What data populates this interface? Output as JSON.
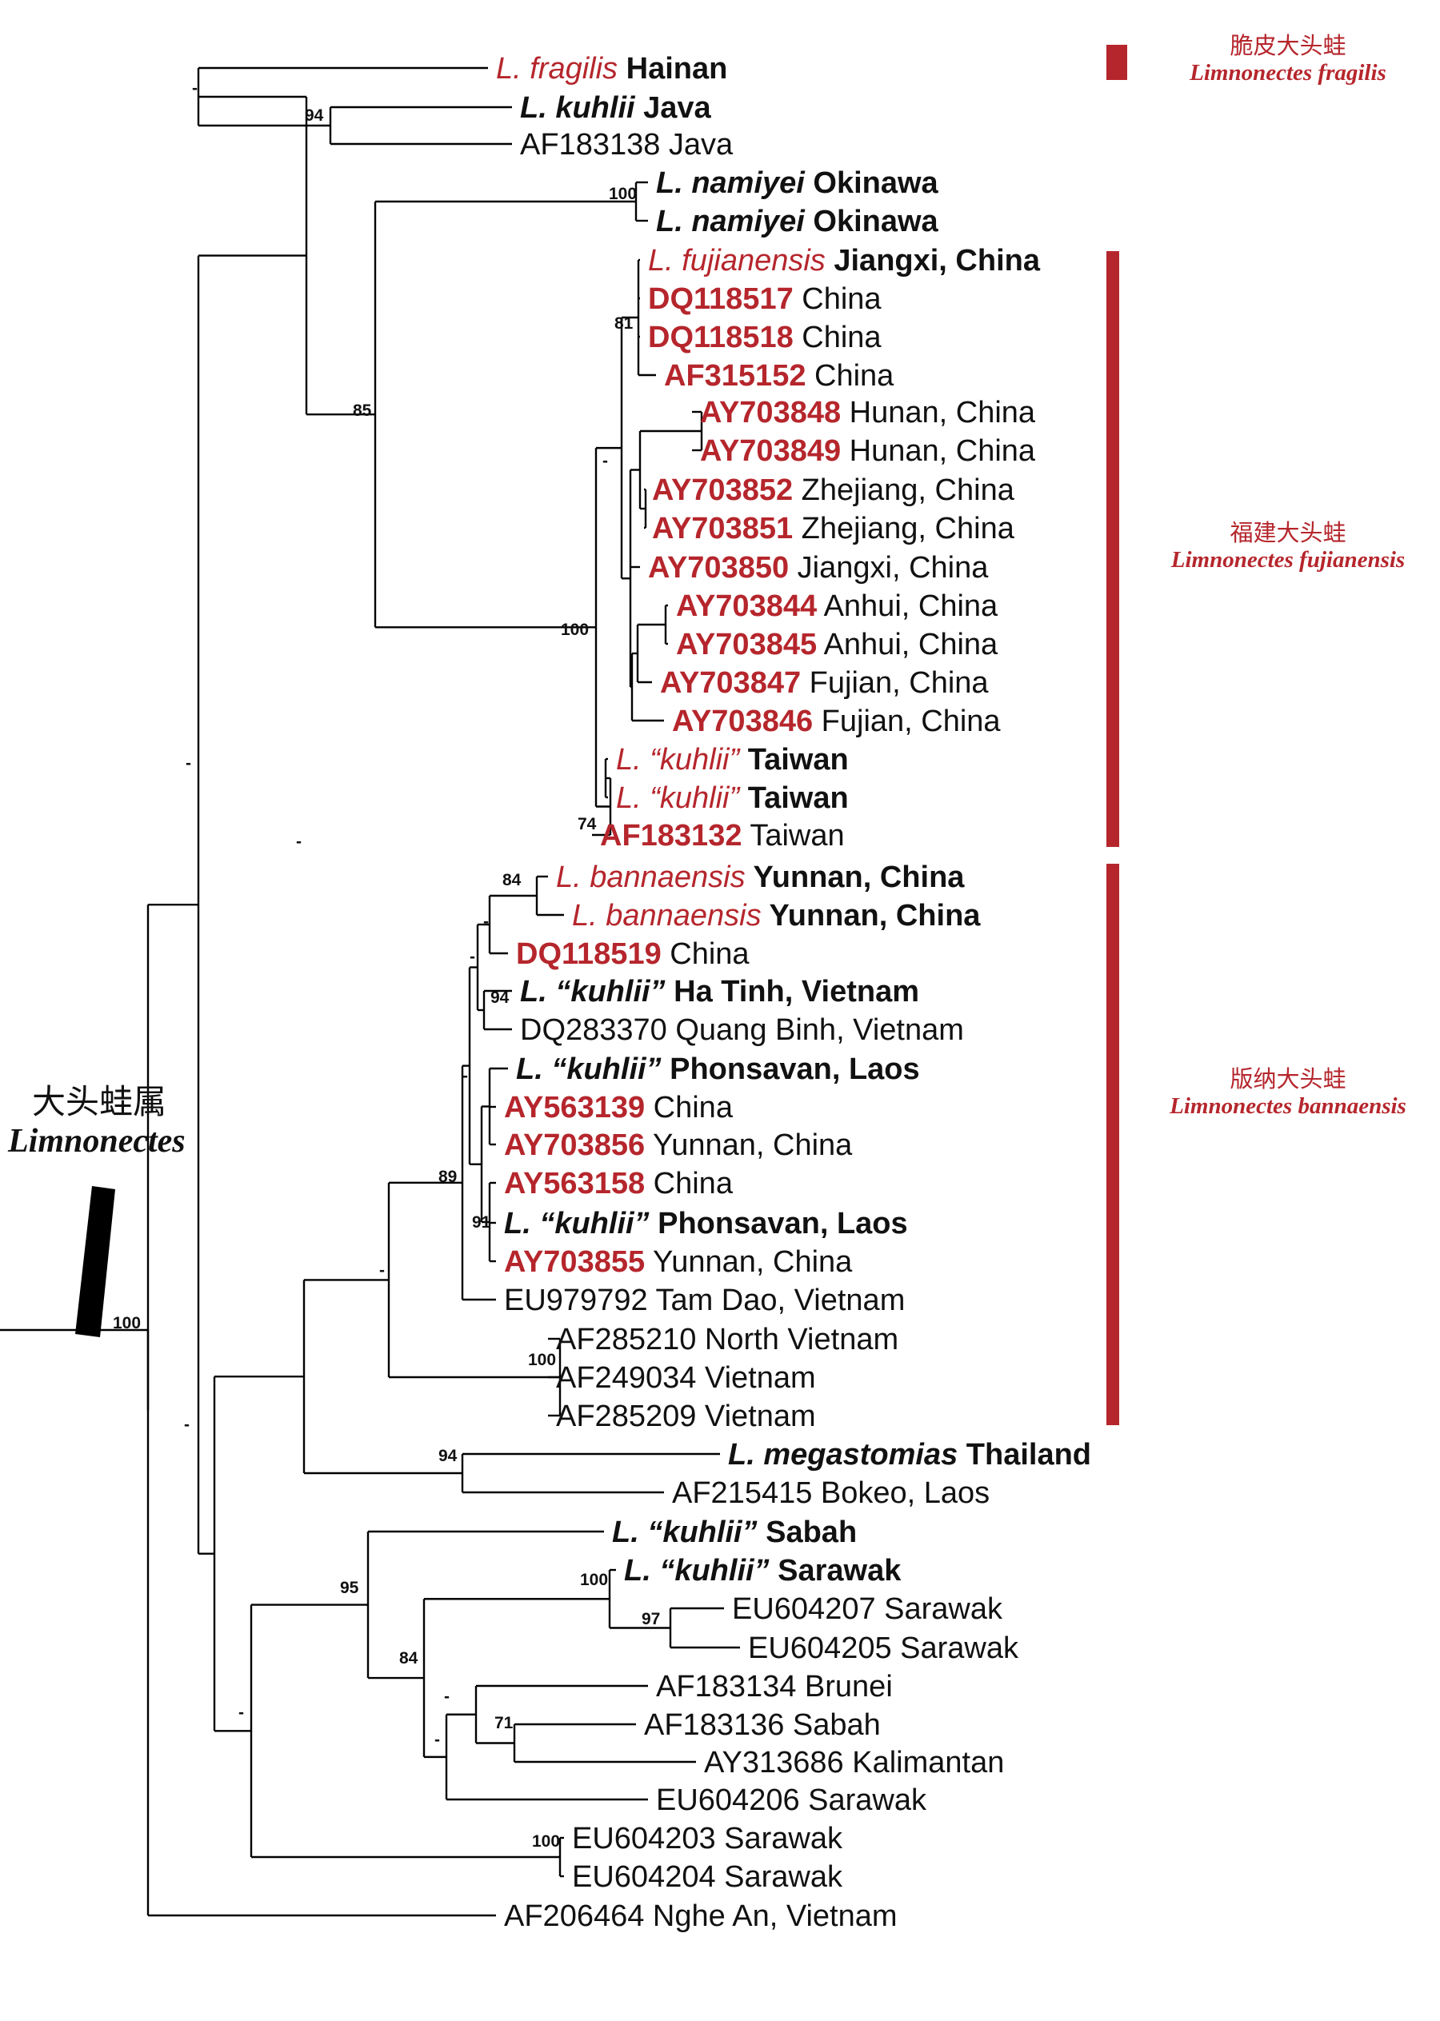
{
  "genus": {
    "chinese": "大头蛙属",
    "latin": "Limnonectes",
    "support": "100"
  },
  "clades": [
    {
      "chinese": "脆皮大头蛙",
      "latin": "Limnonectes fragilis"
    },
    {
      "chinese": "福建大头蛙",
      "latin": "Limnonectes fujianensis"
    },
    {
      "chinese": "版纳大头蛙",
      "latin": "Limnonectes bannaensis"
    }
  ],
  "colors": {
    "highlight": "#b5262c",
    "default": "#111111"
  },
  "taxa": [
    {
      "parts": [
        {
          "t": "L. fragilis",
          "s": "ri"
        },
        {
          "t": " Hainan",
          "s": "kb"
        }
      ]
    },
    {
      "parts": [
        {
          "t": "L. kuhlii",
          "s": "kbi"
        },
        {
          "t": " Java",
          "s": "kb"
        }
      ]
    },
    {
      "parts": [
        {
          "t": "AF183138 Java",
          "s": "k"
        }
      ]
    },
    {
      "parts": [
        {
          "t": "L. namiyei",
          "s": "kbi"
        },
        {
          "t": " Okinawa",
          "s": "kb"
        }
      ]
    },
    {
      "parts": [
        {
          "t": "L. namiyei",
          "s": "kbi"
        },
        {
          "t": " Okinawa",
          "s": "kb"
        }
      ]
    },
    {
      "parts": [
        {
          "t": "L. fujianensis",
          "s": "ri"
        },
        {
          "t": " Jiangxi, China",
          "s": "kb"
        }
      ]
    },
    {
      "parts": [
        {
          "t": "DQ118517",
          "s": "rb"
        },
        {
          "t": " China",
          "s": "k"
        }
      ]
    },
    {
      "parts": [
        {
          "t": "DQ118518",
          "s": "rb"
        },
        {
          "t": " China",
          "s": "k"
        }
      ]
    },
    {
      "parts": [
        {
          "t": "AF315152",
          "s": "rb"
        },
        {
          "t": " China",
          "s": "k"
        }
      ]
    },
    {
      "parts": [
        {
          "t": "AY703848",
          "s": "rb"
        },
        {
          "t": " Hunan, China",
          "s": "k"
        }
      ]
    },
    {
      "parts": [
        {
          "t": "AY703849",
          "s": "rb"
        },
        {
          "t": " Hunan, China",
          "s": "k"
        }
      ]
    },
    {
      "parts": [
        {
          "t": "AY703852",
          "s": "rb"
        },
        {
          "t": " Zhejiang, China",
          "s": "k"
        }
      ]
    },
    {
      "parts": [
        {
          "t": "AY703851",
          "s": "rb"
        },
        {
          "t": " Zhejiang, China",
          "s": "k"
        }
      ]
    },
    {
      "parts": [
        {
          "t": "AY703850",
          "s": "rb"
        },
        {
          "t": " Jiangxi, China",
          "s": "k"
        }
      ]
    },
    {
      "parts": [
        {
          "t": "AY703844",
          "s": "rb"
        },
        {
          "t": " Anhui, China",
          "s": "k"
        }
      ]
    },
    {
      "parts": [
        {
          "t": "AY703845",
          "s": "rb"
        },
        {
          "t": " Anhui, China",
          "s": "k"
        }
      ]
    },
    {
      "parts": [
        {
          "t": "AY703847",
          "s": "rb"
        },
        {
          "t": " Fujian, China",
          "s": "k"
        }
      ]
    },
    {
      "parts": [
        {
          "t": "AY703846",
          "s": "rb"
        },
        {
          "t": " Fujian, China",
          "s": "k"
        }
      ]
    },
    {
      "parts": [
        {
          "t": "L. “kuhlii”",
          "s": "ri"
        },
        {
          "t": " Taiwan",
          "s": "kb"
        }
      ]
    },
    {
      "parts": [
        {
          "t": "L. “kuhlii”",
          "s": "ri"
        },
        {
          "t": " Taiwan",
          "s": "kb"
        }
      ]
    },
    {
      "parts": [
        {
          "t": "AF183132",
          "s": "rb"
        },
        {
          "t": " Taiwan",
          "s": "k"
        }
      ]
    },
    {
      "parts": [
        {
          "t": "L. bannaensis",
          "s": "ri"
        },
        {
          "t": " Yunnan, China",
          "s": "kb"
        }
      ]
    },
    {
      "parts": [
        {
          "t": "L. bannaensis",
          "s": "ri"
        },
        {
          "t": " Yunnan, China",
          "s": "kb"
        }
      ]
    },
    {
      "parts": [
        {
          "t": "DQ118519",
          "s": "rb"
        },
        {
          "t": " China",
          "s": "k"
        }
      ]
    },
    {
      "parts": [
        {
          "t": "L. “kuhlii”",
          "s": "kbi"
        },
        {
          "t": "  Ha Tinh, Vietnam",
          "s": "kb"
        }
      ]
    },
    {
      "parts": [
        {
          "t": "DQ283370 Quang Binh, Vietnam",
          "s": "k"
        }
      ]
    },
    {
      "parts": [
        {
          "t": "L. “kuhlii”",
          "s": "kbi"
        },
        {
          "t": "  Phonsavan, Laos",
          "s": "kb"
        }
      ]
    },
    {
      "parts": [
        {
          "t": "AY563139",
          "s": "rb"
        },
        {
          "t": " China",
          "s": "k"
        }
      ]
    },
    {
      "parts": [
        {
          "t": "AY703856",
          "s": "rb"
        },
        {
          "t": " Yunnan, China",
          "s": "k"
        }
      ]
    },
    {
      "parts": [
        {
          "t": "AY563158",
          "s": "rb"
        },
        {
          "t": " China",
          "s": "k"
        }
      ]
    },
    {
      "parts": [
        {
          "t": "L. “kuhlii”",
          "s": "kbi"
        },
        {
          "t": "  Phonsavan, Laos",
          "s": "kb"
        }
      ]
    },
    {
      "parts": [
        {
          "t": "AY703855",
          "s": "rb"
        },
        {
          "t": " Yunnan, China",
          "s": "k"
        }
      ]
    },
    {
      "parts": [
        {
          "t": "EU979792 Tam Dao, Vietnam",
          "s": "k"
        }
      ]
    },
    {
      "parts": [
        {
          "t": "AF285210 North Vietnam",
          "s": "k"
        }
      ]
    },
    {
      "parts": [
        {
          "t": "AF249034 Vietnam",
          "s": "k"
        }
      ]
    },
    {
      "parts": [
        {
          "t": "AF285209 Vietnam",
          "s": "k"
        }
      ]
    },
    {
      "parts": [
        {
          "t": "L. megastomias",
          "s": "kbi"
        },
        {
          "t": " Thailand",
          "s": "kb"
        }
      ]
    },
    {
      "parts": [
        {
          "t": "AF215415 Bokeo, Laos",
          "s": "k"
        }
      ]
    },
    {
      "parts": [
        {
          "t": "L. “kuhlii”",
          "s": "kbi"
        },
        {
          "t": " Sabah",
          "s": "kb"
        }
      ]
    },
    {
      "parts": [
        {
          "t": "L. “kuhlii”",
          "s": "kbi"
        },
        {
          "t": " Sarawak",
          "s": "kb"
        }
      ]
    },
    {
      "parts": [
        {
          "t": "EU604207 Sarawak",
          "s": "k"
        }
      ]
    },
    {
      "parts": [
        {
          "t": "EU604205 Sarawak",
          "s": "k"
        }
      ]
    },
    {
      "parts": [
        {
          "t": "AF183134 Brunei",
          "s": "k"
        }
      ]
    },
    {
      "parts": [
        {
          "t": "AF183136 Sabah",
          "s": "k"
        }
      ]
    },
    {
      "parts": [
        {
          "t": "AY313686 Kalimantan",
          "s": "k"
        }
      ]
    },
    {
      "parts": [
        {
          "t": "EU604206 Sarawak",
          "s": "k"
        }
      ]
    },
    {
      "parts": [
        {
          "t": "EU604203 Sarawak",
          "s": "k"
        }
      ]
    },
    {
      "parts": [
        {
          "t": "EU604204 Sarawak",
          "s": "k"
        }
      ]
    },
    {
      "parts": [
        {
          "t": "AF206464 Nghe An, Vietnam",
          "s": "k"
        }
      ]
    }
  ],
  "support_values": [
    "-",
    "94",
    "100",
    "85",
    "81",
    "-",
    "100",
    "74",
    "-",
    "-",
    "84",
    "-",
    "-",
    "94",
    "-",
    "89",
    "91",
    "-",
    "100",
    "94",
    "-",
    "95",
    "100",
    "97",
    "84",
    "-",
    "71",
    "-",
    "-",
    "100"
  ]
}
